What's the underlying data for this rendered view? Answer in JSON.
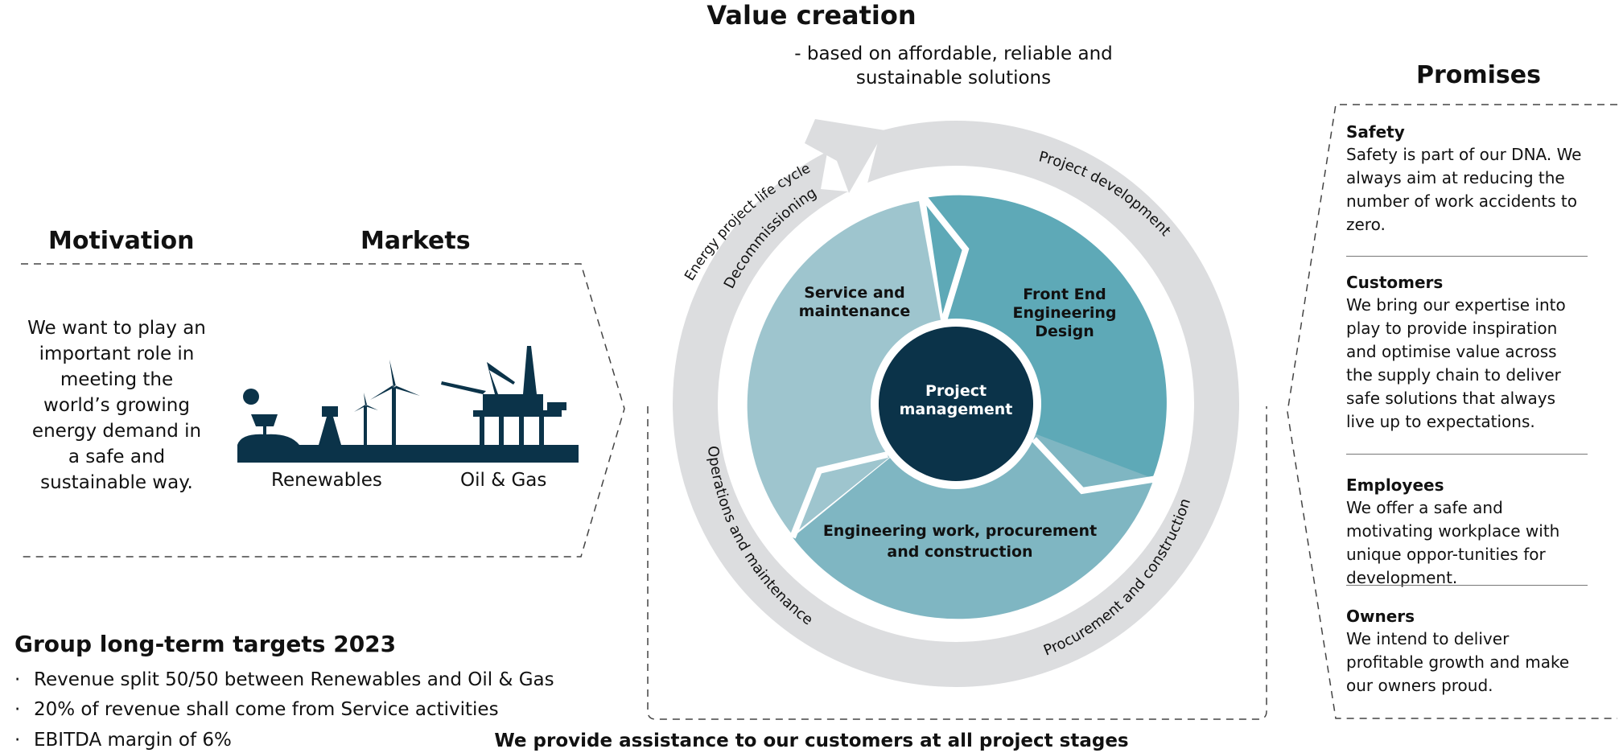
{
  "value_creation": {
    "title": "Value creation",
    "subtitle": "- based on affordable, reliable and sustainable solutions"
  },
  "motivation": {
    "header": "Motivation",
    "text": "We want to play an important role in meeting the world’s growing energy demand in a safe and sustainable way."
  },
  "markets": {
    "header": "Markets",
    "items": [
      "Renewables",
      "Oil & Gas"
    ]
  },
  "cycle": {
    "center": [
      "Project",
      "management"
    ],
    "segments": {
      "service": [
        "Service and",
        "maintenance"
      ],
      "feed": [
        "Front End",
        "Engineering",
        "Design"
      ],
      "epc": [
        "Engineering work, procurement",
        "and construction"
      ]
    },
    "ring_labels": {
      "life_cycle": "Energy project life cycle",
      "decommissioning": "Decommissioning",
      "project_development": "Project development",
      "procurement": "Procurement and construction",
      "operations": "Operations and maintenance"
    },
    "colors": {
      "ring": "#dcdddf",
      "service": "#9ec5ce",
      "feed": "#5ea9b7",
      "epc": "#7fb6c2",
      "center": "#0b3349"
    }
  },
  "promises": {
    "header": "Promises",
    "items": [
      {
        "title": "Safety",
        "text": "Safety is part of our DNA. We always aim at reducing the number of work accidents to zero."
      },
      {
        "title": "Customers",
        "text": "We bring our expertise into play to provide inspiration and optimise value across the supply chain to deliver safe solutions that always live up to expectations."
      },
      {
        "title": "Employees",
        "text": "We offer a safe and motivating workplace with unique oppor-tunities for development."
      },
      {
        "title": "Owners",
        "text": "We intend to deliver profitable growth and make our owners proud."
      }
    ]
  },
  "targets": {
    "header": "Group long-term targets 2023",
    "bullet": "·",
    "items": [
      "Revenue split 50/50 between Renewables and Oil & Gas",
      "20% of revenue shall come from Service activities",
      "EBITDA margin of 6%"
    ]
  },
  "footer": {
    "assist": "We provide assistance to our customers at all project stages"
  }
}
